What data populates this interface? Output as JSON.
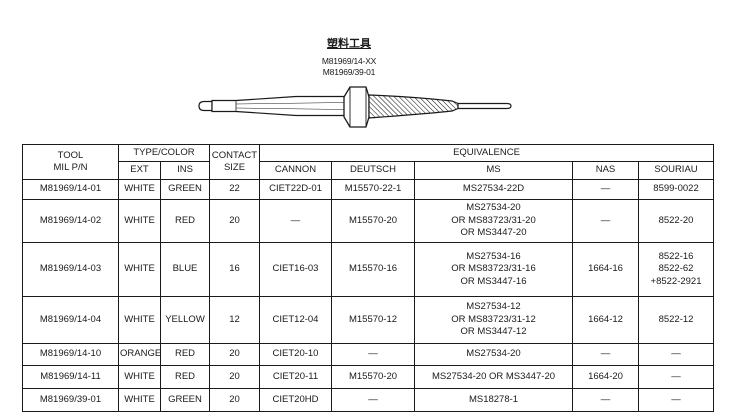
{
  "header_block": {
    "title": "塑料工具",
    "part_numbers": [
      "M81969/14-XX",
      "M81969/39-01"
    ]
  },
  "table": {
    "header": {
      "tool": [
        "TOOL",
        "MIL P/N"
      ],
      "type_color": "TYPE/COLOR",
      "contact_size": [
        "CONTACT",
        "SIZE"
      ],
      "equivalence": "EQUIVALENCE",
      "ext": "EXT",
      "ins": "INS",
      "cannon": "CANNON",
      "deutsch": "DEUTSCH",
      "ms": "MS",
      "nas": "NAS",
      "souriau": "SOURIAU"
    },
    "rows": [
      {
        "tool_pn": "M81969/14-01",
        "ext": "WHITE",
        "ins": "GREEN",
        "contact_size": "22",
        "cannon": "CIET22D-01",
        "deutsch": "M15570-22-1",
        "ms": [
          "MS27534-22D"
        ],
        "nas": "—",
        "souriau": [
          "8599-0022"
        ]
      },
      {
        "tool_pn": "M81969/14-02",
        "ext": "WHITE",
        "ins": "RED",
        "contact_size": "20",
        "cannon": "—",
        "deutsch": "M15570-20",
        "ms": [
          "MS27534-20",
          "OR MS83723/31-20",
          "OR MS3447-20"
        ],
        "nas": "—",
        "souriau": [
          "8522-20"
        ]
      },
      {
        "tool_pn": "M81969/14-03",
        "ext": "WHITE",
        "ins": "BLUE",
        "contact_size": "16",
        "cannon": "CIET16-03",
        "deutsch": "M15570-16",
        "ms": [
          "MS27534-16",
          "OR MS83723/31-16",
          "OR MS3447-16"
        ],
        "nas": "1664-16",
        "souriau": [
          "8522-16",
          "8522-62",
          "+8522-2921"
        ]
      },
      {
        "tool_pn": "M81969/14-04",
        "ext": "WHITE",
        "ins": "YELLOW",
        "contact_size": "12",
        "cannon": "CIET12-04",
        "deutsch": "M15570-12",
        "ms": [
          "MS27534-12",
          "OR MS83723/31-12",
          "OR MS3447-12"
        ],
        "nas": "1664-12",
        "souriau": [
          "8522-12"
        ]
      },
      {
        "tool_pn": "M81969/14-10",
        "ext": "ORANGE",
        "ins": "RED",
        "contact_size": "20",
        "cannon": "CIET20-10",
        "deutsch": "—",
        "ms": [
          "MS27534-20"
        ],
        "nas": "—",
        "souriau": [
          "—"
        ]
      },
      {
        "tool_pn": "M81969/14-11",
        "ext": "WHITE",
        "ins": "RED",
        "contact_size": "20",
        "cannon": "CIET20-11",
        "deutsch": "M15570-20",
        "ms": [
          "MS27534-20 OR MS3447-20"
        ],
        "nas": "1664-20",
        "souriau": [
          "—"
        ]
      },
      {
        "tool_pn": "M81969/39-01",
        "ext": "WHITE",
        "ins": "GREEN",
        "contact_size": "20",
        "cannon": "CIET20HD",
        "deutsch": "—",
        "ms": [
          "MS18278-1"
        ],
        "nas": "—",
        "souriau": [
          "—"
        ]
      }
    ]
  }
}
